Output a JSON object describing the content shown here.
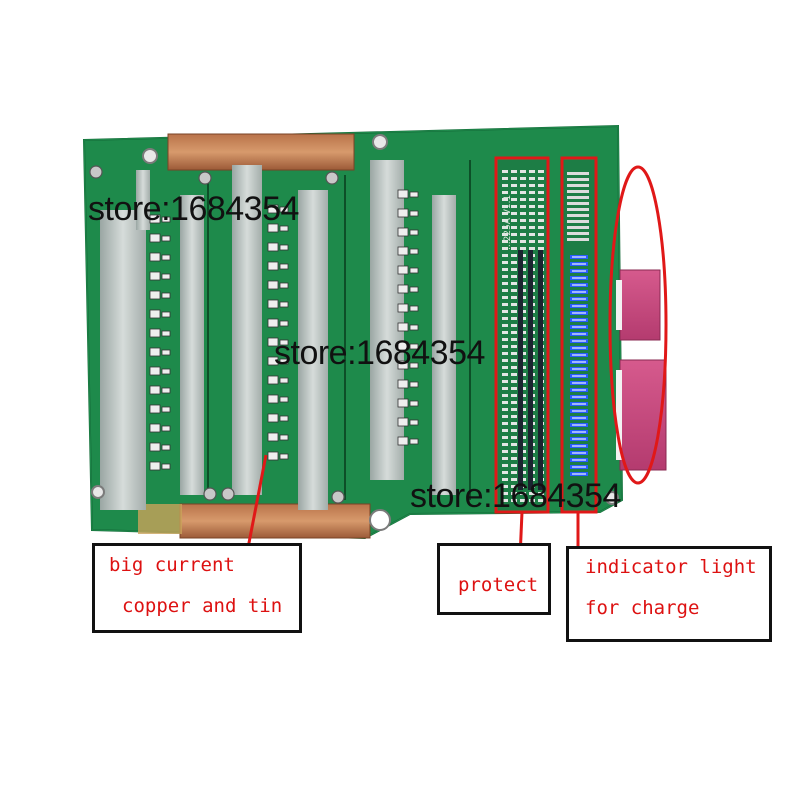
{
  "watermarks": {
    "wm1": "store:1684354",
    "wm2": "store:1684354",
    "wm3": "store:1684354"
  },
  "callouts": {
    "copper": {
      "line1": "big current",
      "line2": "copper and tin"
    },
    "protect": {
      "line1": "protect"
    },
    "indicator": {
      "line1": "indicator light",
      "line2": "for charge"
    }
  },
  "board": {
    "silk_label": "...225A V1.1"
  },
  "colors": {
    "pcb": "#1f8a4c",
    "annotation": "#e01818",
    "led": "#2a5cff"
  }
}
